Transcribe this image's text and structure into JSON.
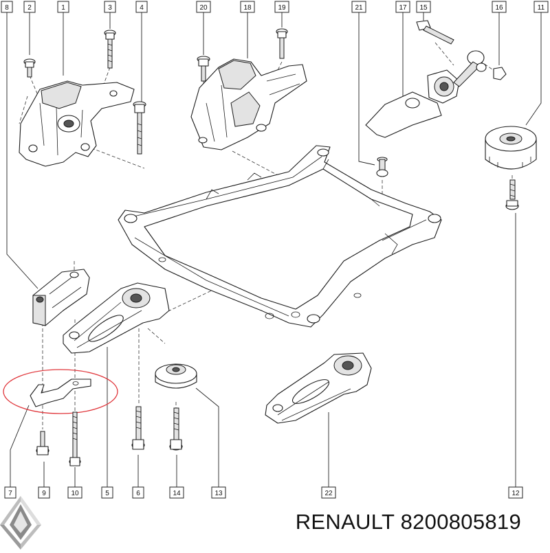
{
  "caption": {
    "brand": "RENAULT",
    "part_number": "8200805819"
  },
  "callouts": {
    "top": [
      "8",
      "2",
      "1",
      "3",
      "4",
      "20",
      "18",
      "19",
      "21",
      "17",
      "15",
      "16",
      "11"
    ],
    "bottom": [
      "7",
      "9",
      "10",
      "5",
      "6",
      "14",
      "13",
      "22",
      "12"
    ]
  },
  "colors": {
    "highlight": "#e0353a",
    "line": "#1a1a1a",
    "logo_light": "#e6e6e6",
    "logo_dark": "#8a8a8a"
  },
  "icons": {
    "brand_logo": "renault-diamond-logo",
    "highlight": "red-ellipse-highlight"
  }
}
